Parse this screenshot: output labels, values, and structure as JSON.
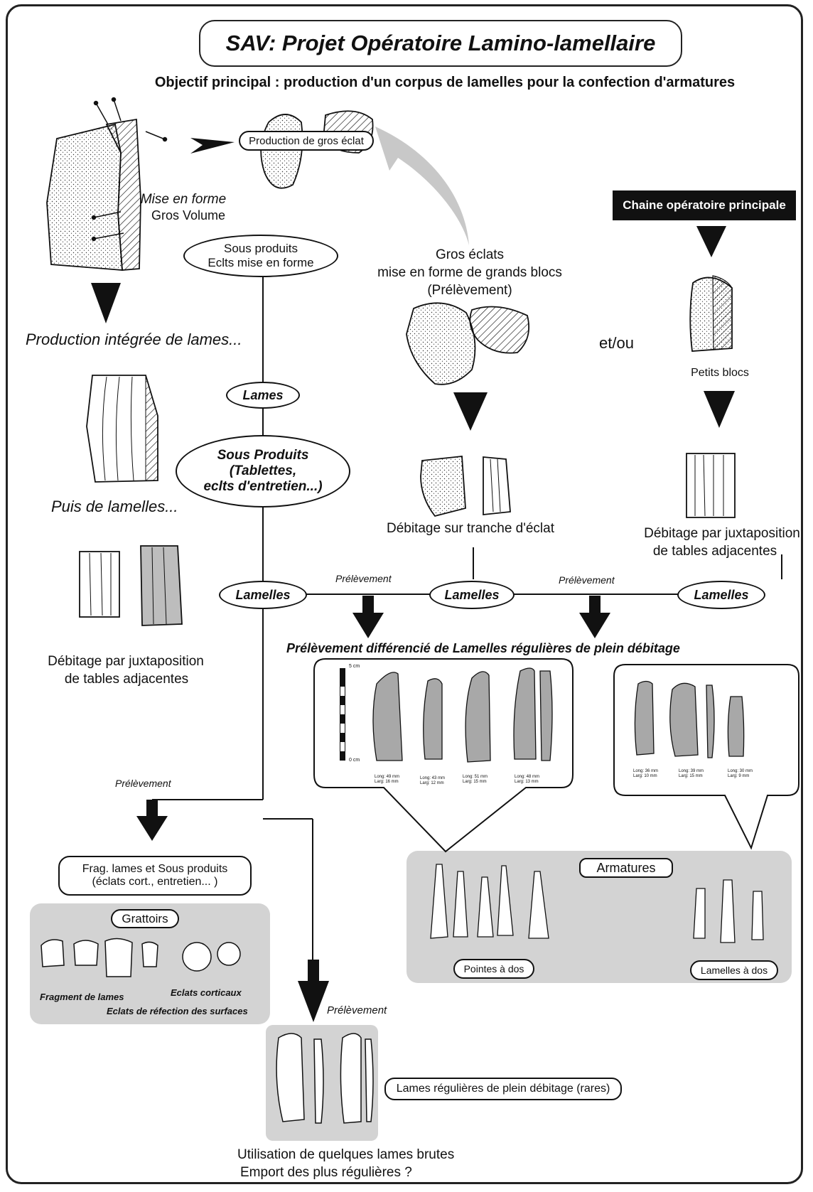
{
  "title": "SAV: Projet Opératoire Lamino-lamellaire",
  "objective": "Objectif principal :  production d'un corpus de lamelles pour la confection d'armatures",
  "shaping": {
    "line1": "Mise en forme",
    "line2": "Gros Volume"
  },
  "big_flake_production": "Production de gros éclat",
  "by_products_shaping": {
    "line1": "Sous produits",
    "line2": "Eclts mise en forme"
  },
  "big_flakes": {
    "line1": "Gros éclats",
    "line2": "mise en forme de grands blocs",
    "line3": "(Prélèvement)"
  },
  "main_chain": "Chaine opératoire principale",
  "and_or": "et/ou",
  "small_blocks": "Petits blocs",
  "integrated_blades": "Production intégrée de lames...",
  "then_bladelets": "Puis de lamelles...",
  "lames": "Lames",
  "sous_produits": {
    "line1": "Sous Produits",
    "line2": "(Tablettes,",
    "line3": "eclts d'entretien...)"
  },
  "debitage_tranche": "Débitage sur tranche d'éclat",
  "debitage_juxta_right": {
    "line1": "Débitage par juxtaposition",
    "line2": "de tables adjacentes"
  },
  "debitage_juxta_left": {
    "line1": "Débitage par juxtaposition",
    "line2": "de tables adjacentes"
  },
  "lamelles": [
    "Lamelles",
    "Lamelles",
    "Lamelles"
  ],
  "prelevement": "Prélèvement",
  "differentiated": "Prélèvement différencié de Lamelles régulières de plein débitage",
  "scale": {
    "top": "5 cm",
    "bottom": "0 cm"
  },
  "measures_left": [
    {
      "long": "Long: 49 mm",
      "larg": "Larg:  16 mm"
    },
    {
      "long": "Long: 43 mm",
      "larg": "Larg:  12 mm"
    },
    {
      "long": "Long: 51 mm",
      "larg": "Larg:  15 mm"
    },
    {
      "long": "Long: 48 mm",
      "larg": "Larg:  13 mm"
    }
  ],
  "measures_right": [
    {
      "long": "Long: 36 mm",
      "larg": "Larg:  10 mm"
    },
    {
      "long": "Long: 39 mm",
      "larg": "Larg:  15 mm"
    },
    {
      "long": "Long: 30 mm",
      "larg": "Larg:  9 mm"
    }
  ],
  "armatures": "Armatures",
  "pointes": "Pointes à dos",
  "lamelles_dos": "Lamelles à dos",
  "frag": {
    "line1": "Frag. lames et Sous produits",
    "line2": "(éclats cort., entretien... )"
  },
  "grattoirs": "Grattoirs",
  "frag_lames": "Fragment de lames",
  "eclats_corticaux": "Eclats corticaux",
  "eclats_refection": "Eclats de réfection des surfaces",
  "lames_regulieres": "Lames régulières de plein débitage (rares)",
  "utilisation": {
    "line1": "Utilisation de quelques lames brutes",
    "line2": "Emport des plus régulières ?"
  },
  "colors": {
    "line": "#111111",
    "panel": "#d3d3d3",
    "artefact": "#a8a8a8",
    "arrow_gray": "#c8c8c8"
  }
}
